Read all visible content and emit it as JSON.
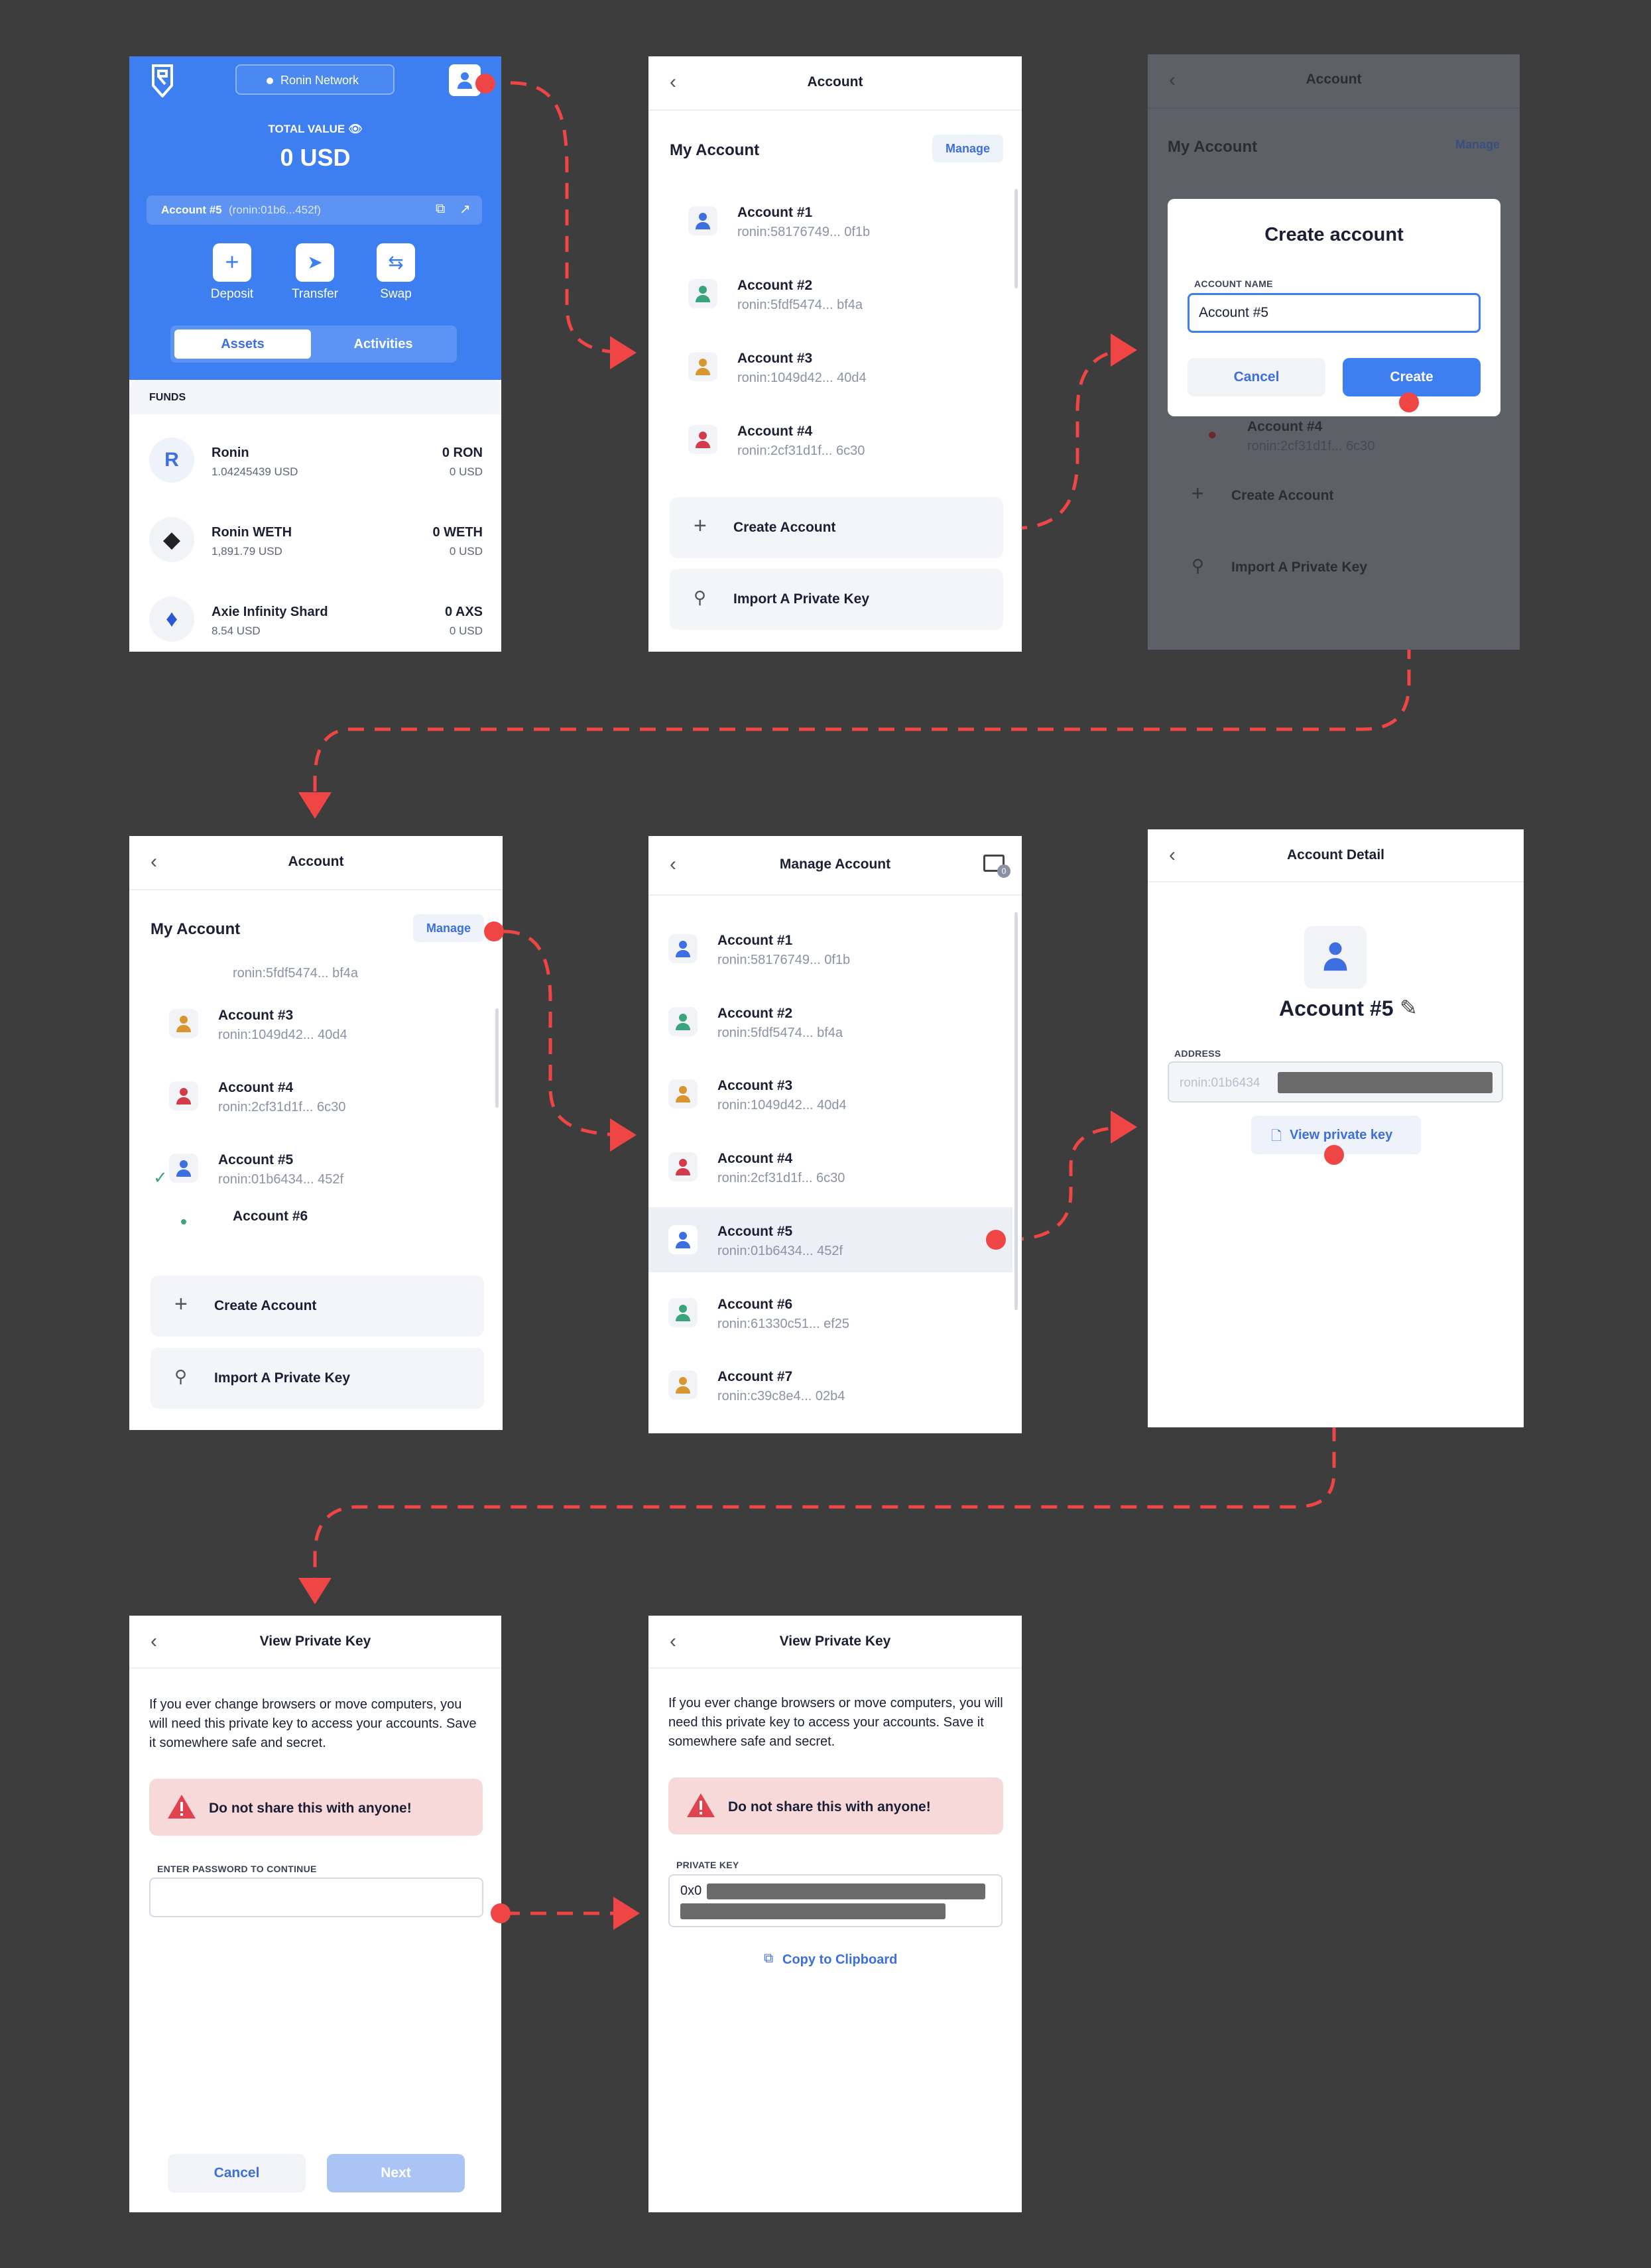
{
  "colors": {
    "accent": "#3d6fe0",
    "danger": "#ef4545",
    "bg": "#3d3d3d"
  },
  "wallet": {
    "network": "Ronin Network",
    "total_label": "TOTAL VALUE",
    "total_value": "0 USD",
    "account_name": "Account #5",
    "account_addr": "(ronin:01b6...452f)",
    "actions": [
      "Deposit",
      "Transfer",
      "Swap"
    ],
    "tabs": [
      "Assets",
      "Activities"
    ],
    "funds_label": "FUNDS",
    "assets": [
      {
        "name": "Ronin",
        "price": "1.04245439 USD",
        "amount": "0 RON",
        "usd": "0 USD",
        "icon": "ronin-logo"
      },
      {
        "name": "Ronin WETH",
        "price": "1,891.79 USD",
        "amount": "0 WETH",
        "usd": "0 USD",
        "icon": "ethereum-logo"
      },
      {
        "name": "Axie Infinity Shard",
        "price": "8.54 USD",
        "amount": "0 AXS",
        "usd": "0 USD",
        "icon": "axs-logo"
      }
    ]
  },
  "account_screen": {
    "title": "Account",
    "my_account": "My Account",
    "manage": "Manage",
    "accounts": [
      {
        "name": "Account #1",
        "addr": "ronin:58176749...  0f1b",
        "color": "#3d6fe0"
      },
      {
        "name": "Account #2",
        "addr": "ronin:5fdf5474...  bf4a",
        "color": "#3aa57c"
      },
      {
        "name": "Account #3",
        "addr": "ronin:1049d42...  40d4",
        "color": "#d9952e"
      },
      {
        "name": "Account #4",
        "addr": "ronin:2cf31d1f...  6c30",
        "color": "#d23c4a"
      }
    ],
    "create": "Create Account",
    "import": "Import A Private Key"
  },
  "create_dialog": {
    "title": "Create account",
    "field_label": "ACCOUNT NAME",
    "field_value": "Account #5",
    "cancel": "Cancel",
    "create": "Create"
  },
  "account_screen2": {
    "partial_addr": "ronin:5fdf5474...  bf4a",
    "accounts": [
      {
        "name": "Account #3",
        "addr": "ronin:1049d42...  40d4",
        "color": "#d9952e"
      },
      {
        "name": "Account #4",
        "addr": "ronin:2cf31d1f...  6c30",
        "color": "#d23c4a"
      },
      {
        "name": "Account #5",
        "addr": "ronin:01b6434...  452f",
        "color": "#3d6fe0"
      }
    ],
    "account6": "Account #6"
  },
  "manage_screen": {
    "title": "Manage Account",
    "badge": "0",
    "accounts": [
      {
        "name": "Account #1",
        "addr": "ronin:58176749...  0f1b",
        "color": "#3d6fe0"
      },
      {
        "name": "Account #2",
        "addr": "ronin:5fdf5474...  bf4a",
        "color": "#3aa57c"
      },
      {
        "name": "Account #3",
        "addr": "ronin:1049d42...  40d4",
        "color": "#d9952e"
      },
      {
        "name": "Account #4",
        "addr": "ronin:2cf31d1f...  6c30",
        "color": "#d23c4a"
      },
      {
        "name": "Account #5",
        "addr": "ronin:01b6434...  452f",
        "color": "#3d6fe0"
      },
      {
        "name": "Account #6",
        "addr": "ronin:61330c51...  ef25",
        "color": "#3aa57c"
      },
      {
        "name": "Account #7",
        "addr": "ronin:c39c8e4...  02b4",
        "color": "#d9952e"
      }
    ]
  },
  "detail_screen": {
    "title": "Account Detail",
    "name": "Account #5",
    "address_label": "ADDRESS",
    "address": "ronin:01b6434",
    "view_key": "View private key"
  },
  "pk_screen": {
    "title": "View Private Key",
    "info": "If you ever change browsers or move computers, you will need this private key to access your accounts. Save it somewhere safe and secret.",
    "warning": "Do not share this with anyone!",
    "password_label": "ENTER PASSWORD TO CONTINUE",
    "cancel": "Cancel",
    "next": "Next",
    "pk_label": "PRIVATE KEY",
    "pk_prefix": "0x0",
    "copy": "Copy to Clipboard"
  }
}
